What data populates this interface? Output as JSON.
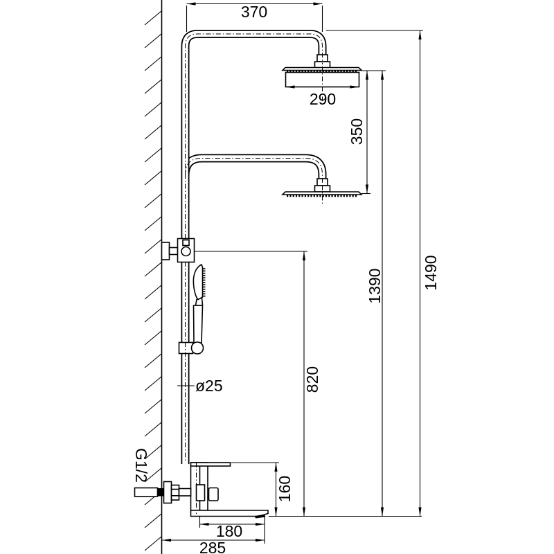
{
  "diagram": {
    "title": "shower-column-dimensional-drawing",
    "units_implied": "mm",
    "dimensions": {
      "top_arm_offset": "370",
      "head_width": "290",
      "heads_gap": "350",
      "head_height": "1390",
      "total_height": "1490",
      "bracket_height": "820",
      "pipe_diameter": "ø25",
      "inlet_thread": "G1/2",
      "spout_drop": "160",
      "spout_length": "180",
      "spout_reach": "285"
    },
    "line_color": "#000000",
    "background_color": "#ffffff"
  }
}
